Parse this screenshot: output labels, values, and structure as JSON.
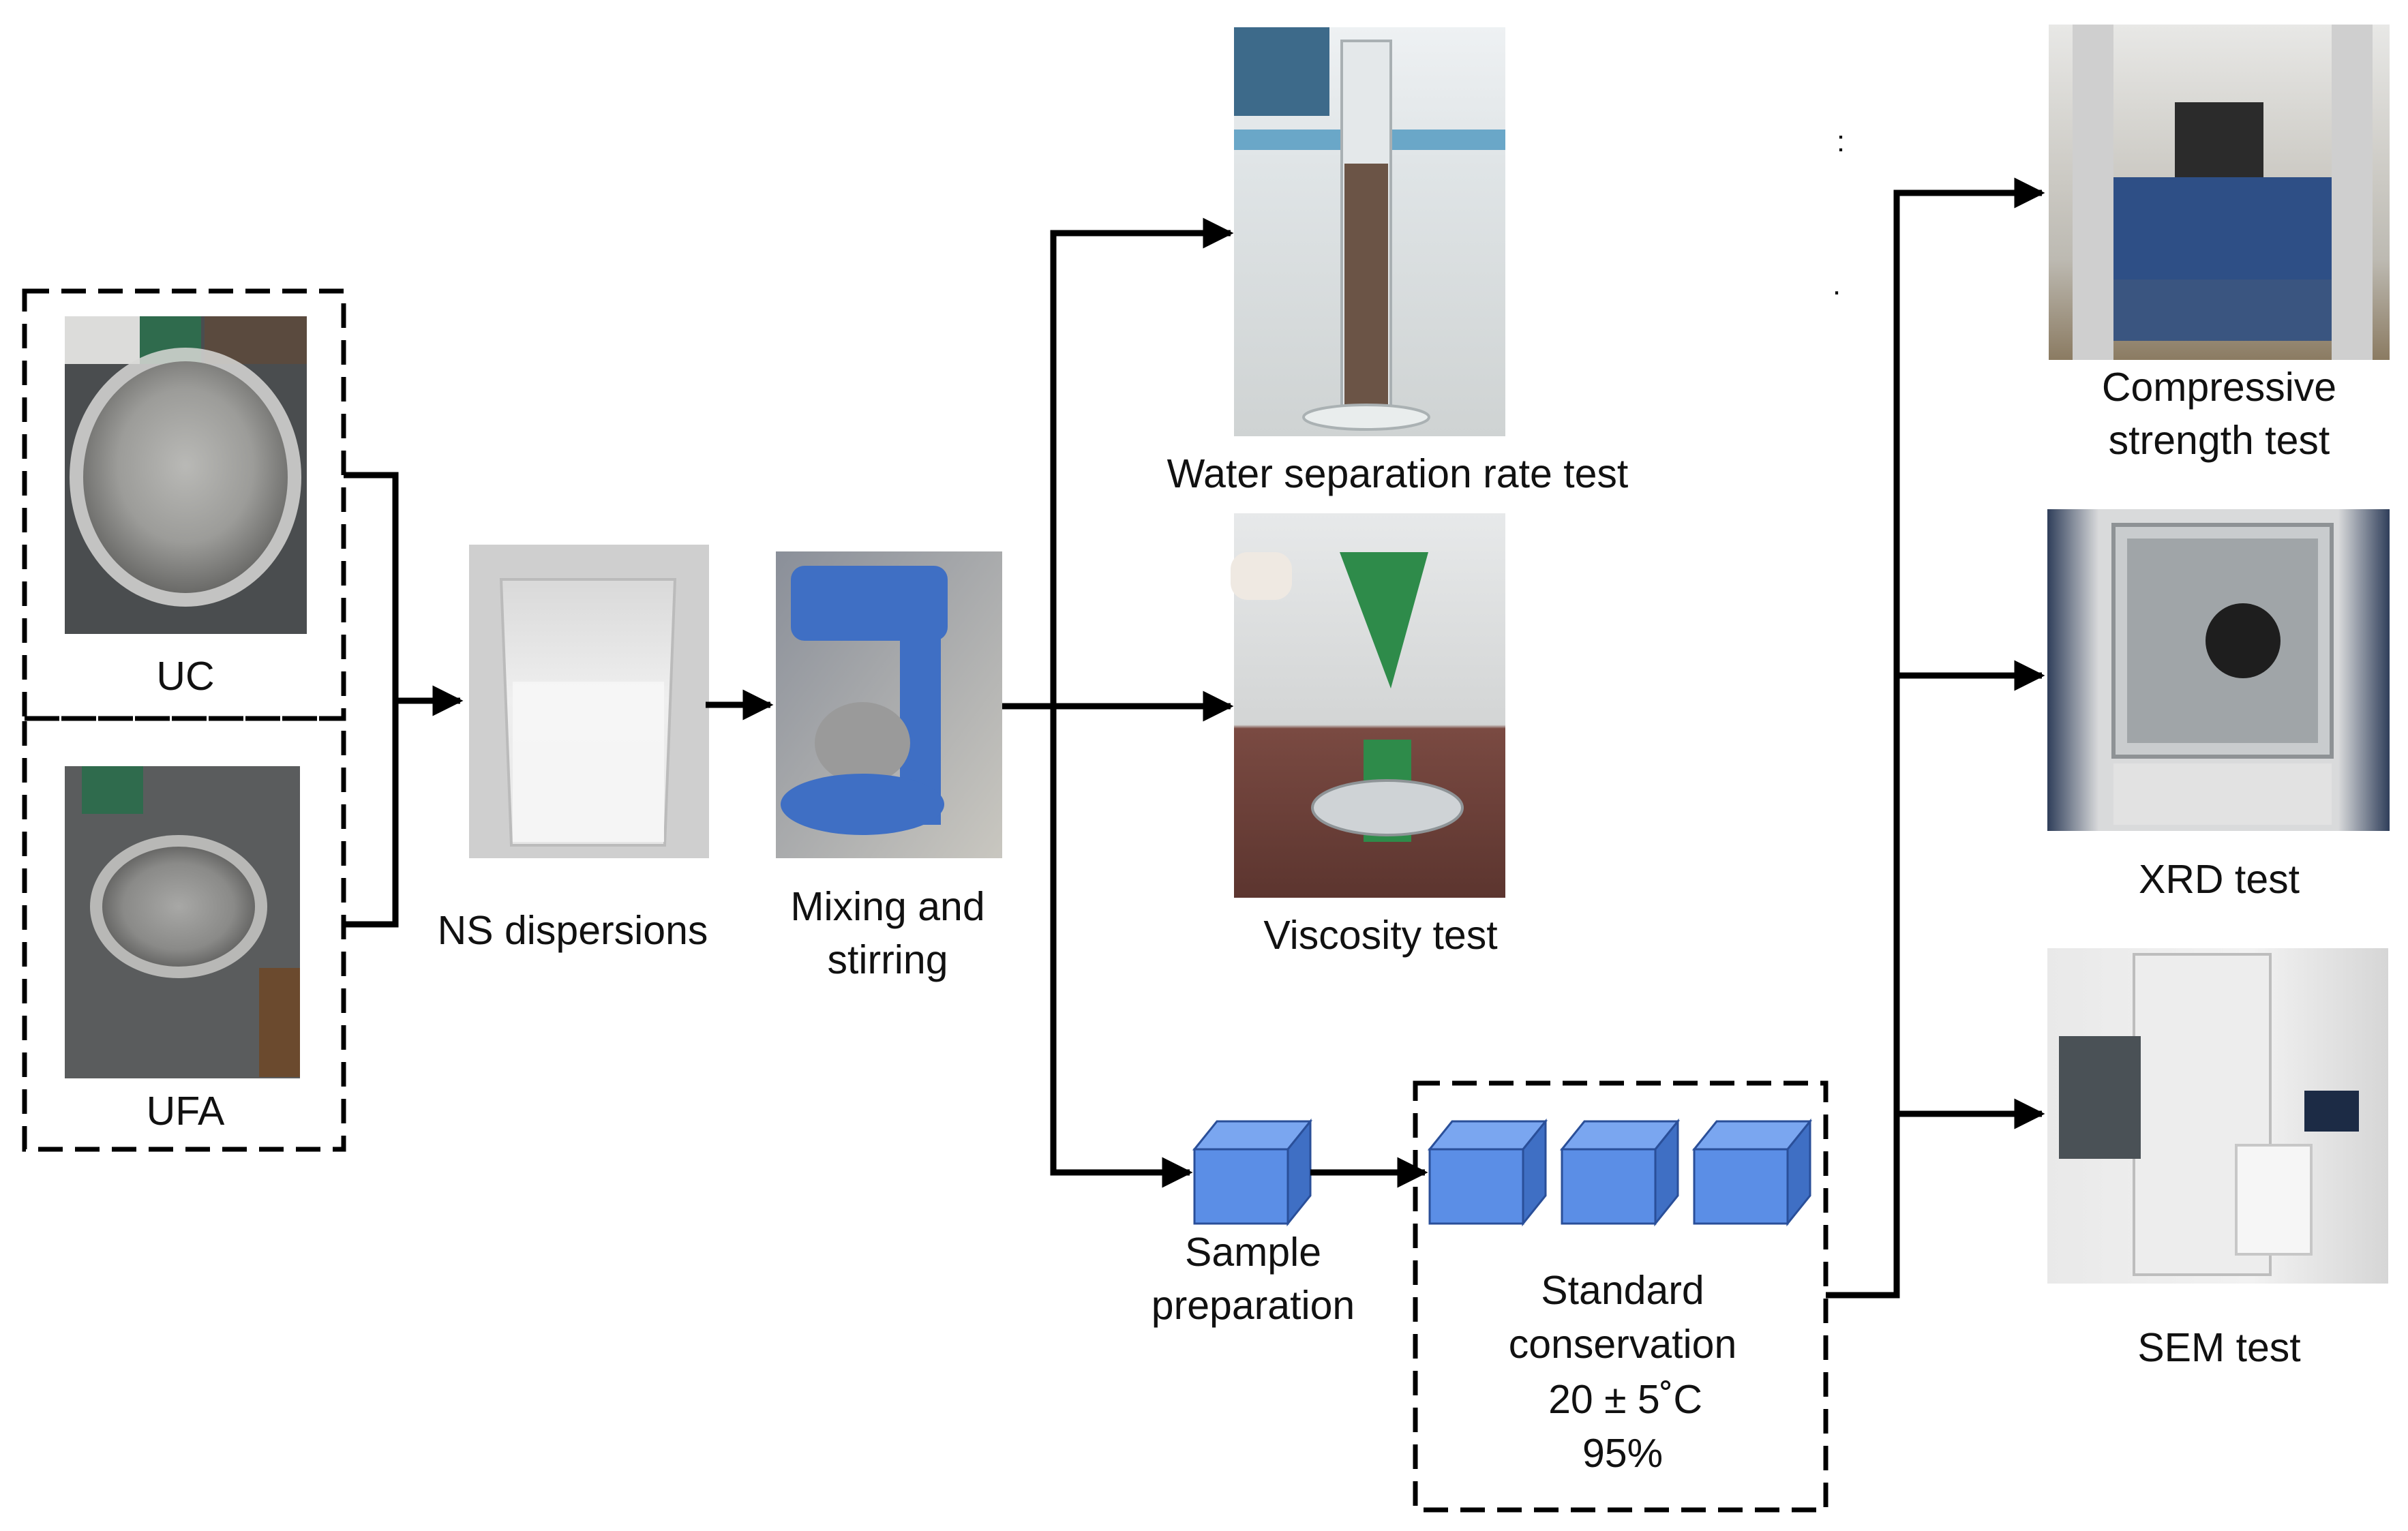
{
  "inputs": {
    "uc_label": "UC",
    "ufa_label": "UFA"
  },
  "process": {
    "ns_label": "NS dispersions",
    "mixing_line1": "Mixing and",
    "mixing_line2": "stirring",
    "sample_line1": "Sample",
    "sample_line2": "preparation"
  },
  "tests": {
    "water_label": "Water separation rate test",
    "viscosity_label": "Viscosity test",
    "compressive_line1": "Compressive",
    "compressive_line2": "strength test",
    "xrd_label": "XRD test",
    "sem_label": "SEM test"
  },
  "curing": {
    "line1": "Standard",
    "line2": "conservation",
    "line3": "20 ± 5˚C",
    "line4": "95%"
  },
  "stray_marks": {
    "colon": ":",
    "dot": "."
  },
  "colors": {
    "cube_front": "#5b8ee6",
    "cube_top": "#7aa6f0",
    "cube_side": "#3f6fc4",
    "cube_edge": "#2a4f99",
    "arrow": "#000000"
  }
}
